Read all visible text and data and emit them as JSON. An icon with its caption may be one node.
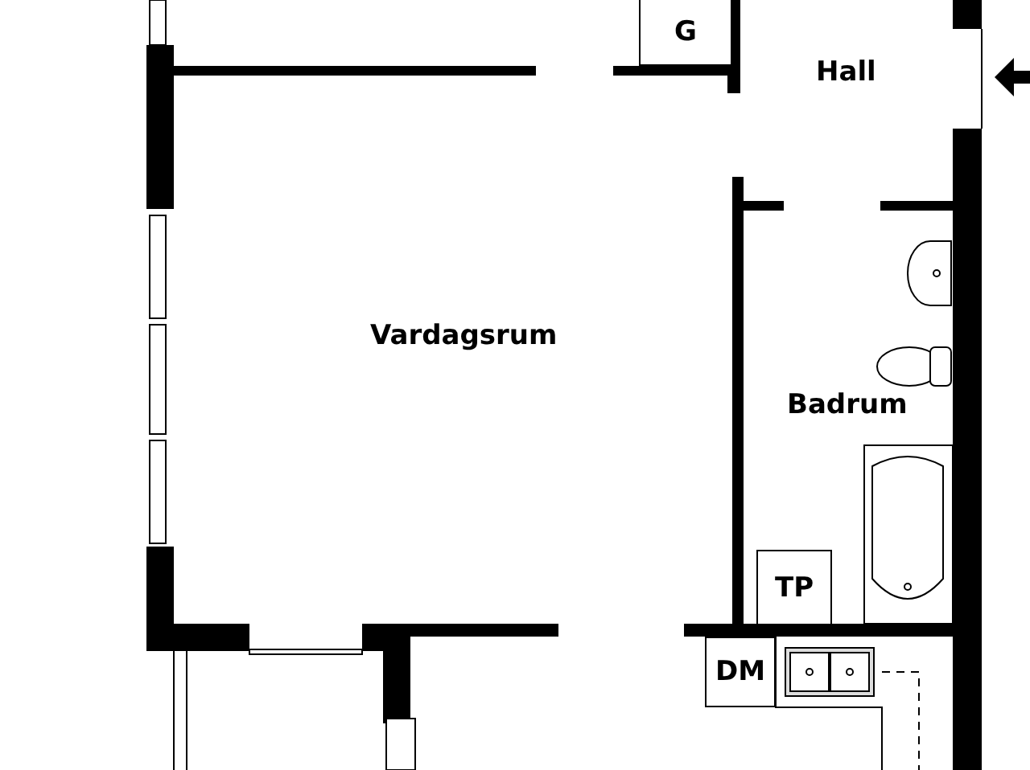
{
  "diagram": {
    "nodes": [
      {
        "text": [
          "G"
        ]
      },
      {
        "text": [
          "TP"
        ]
      },
      {
        "text": [
          "DM"
        ]
      }
    ],
    "edges": [],
    "labels": [
      "Hall",
      "Vardagsrum",
      "Badrum"
    ]
  }
}
